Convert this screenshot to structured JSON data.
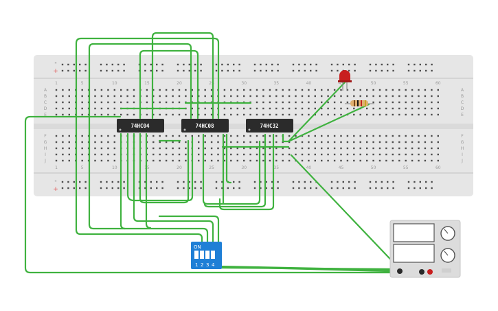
{
  "breadboard": {
    "column_numbers": [
      "1",
      "5",
      "10",
      "15",
      "20",
      "25",
      "30",
      "35",
      "40",
      "45",
      "50",
      "55",
      "60"
    ],
    "top_row_letters": [
      "A",
      "B",
      "C",
      "D",
      "E"
    ],
    "bottom_row_letters": [
      "F",
      "G",
      "H",
      "I",
      "J"
    ],
    "power_rail_plus": "+",
    "power_rail_minus": "-"
  },
  "chips": [
    {
      "label": "74HC04"
    },
    {
      "label": "74HC08"
    },
    {
      "label": "74HC32"
    }
  ],
  "dip_switch": {
    "on_label": "ON",
    "switch_numbers": [
      "1",
      "2",
      "3",
      "4"
    ]
  },
  "colors": {
    "wire": "#3fb23f",
    "breadboard": "#e6e6e6",
    "chip": "#2b2b2b",
    "dip_switch": "#1f7fd6",
    "led": "#c81e1e",
    "power_supply": "#dcdcdc"
  },
  "icons": {
    "led": "red-led-icon",
    "resistor": "resistor-icon",
    "power_supply": "power-supply-icon"
  }
}
